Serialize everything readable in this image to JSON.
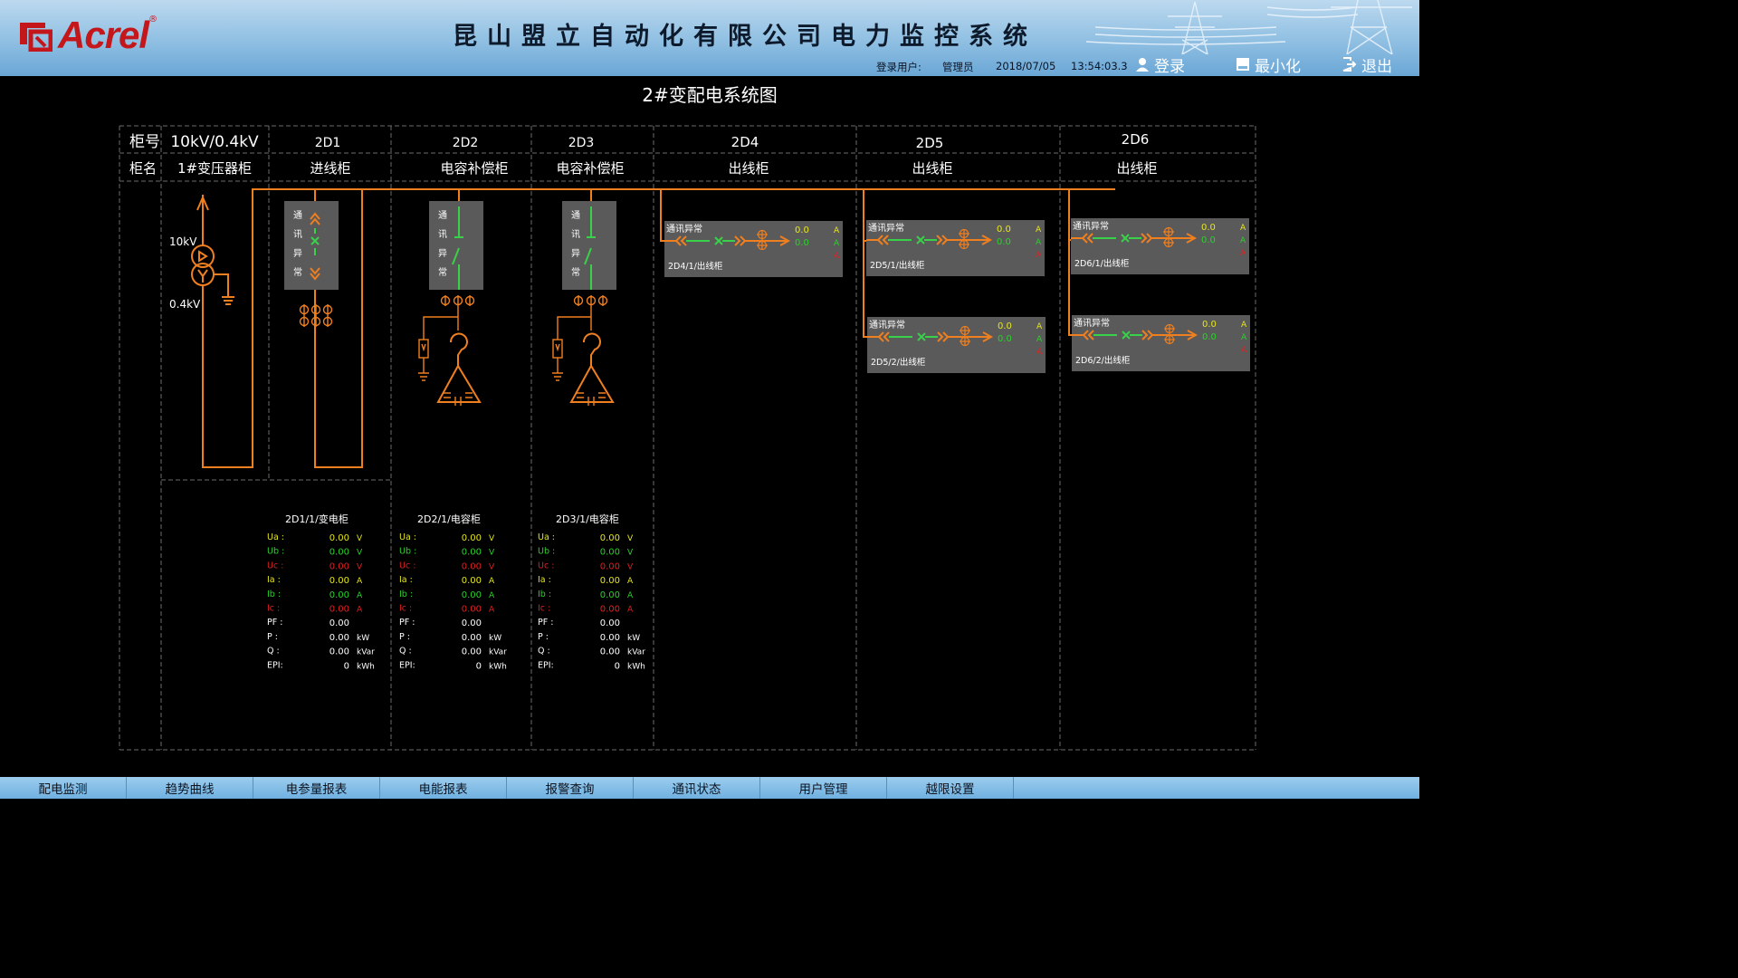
{
  "header": {
    "logo_text": "Acrel",
    "logo_reg": "®",
    "title": "昆山盟立自动化有限公司电力监控系统",
    "login_label": "登录用户:",
    "user": "管理员",
    "date": "2018/07/05",
    "time": "13:54:03.3",
    "login_button": "登录",
    "minimize_button": "最小化",
    "exit_button": "退出"
  },
  "diagram_title": "2#变配电系统图",
  "table": {
    "row1_label": "柜号",
    "row2_label": "柜名",
    "cabinets": [
      {
        "no": "10kV/0.4kV",
        "name": "1#变压器柜"
      },
      {
        "no": "2D1",
        "name": "进线柜"
      },
      {
        "no": "2D2",
        "name": "电容补偿柜"
      },
      {
        "no": "2D3",
        "name": "电容补偿柜"
      },
      {
        "no": "2D4",
        "name": "出线柜"
      },
      {
        "no": "2D5",
        "name": "出线柜"
      },
      {
        "no": "2D6",
        "name": "出线柜"
      }
    ]
  },
  "transformer": {
    "hv": "10kV",
    "lv": "0.4kV"
  },
  "comm_status_vertical": [
    "通",
    "讯",
    "异",
    "常"
  ],
  "feeders": [
    {
      "status": "通讯异常",
      "name": "2D4/1/出线柜",
      "readings": [
        "0.0",
        "0.0",
        ""
      ],
      "unit": "A"
    },
    {
      "status": "通讯异常",
      "name": "2D5/1/出线柜",
      "readings": [
        "0.0",
        "0.0",
        ""
      ],
      "unit": "A"
    },
    {
      "status": "通讯异常",
      "name": "2D6/1/出线柜",
      "readings": [
        "0.0",
        "0.0",
        ""
      ],
      "unit": "A"
    },
    {
      "status": "通讯异常",
      "name": "2D5/2/出线柜",
      "readings": [
        "0.0",
        "0.0",
        ""
      ],
      "unit": "A"
    },
    {
      "status": "通讯异常",
      "name": "2D6/2/出线柜",
      "readings": [
        "0.0",
        "0.0",
        ""
      ],
      "unit": "A"
    }
  ],
  "meters": [
    {
      "title": "2D1/1/变电柜",
      "rows": [
        {
          "label": "Ua :",
          "value": "0.00",
          "unit": "V",
          "color": "#e6e61e"
        },
        {
          "label": "Ub :",
          "value": "0.00",
          "unit": "V",
          "color": "#2bd12b"
        },
        {
          "label": "Uc :",
          "value": "0.00",
          "unit": "V",
          "color": "#e02020"
        },
        {
          "label": "Ia :",
          "value": "0.00",
          "unit": "A",
          "color": "#e6e61e"
        },
        {
          "label": "Ib :",
          "value": "0.00",
          "unit": "A",
          "color": "#2bd12b"
        },
        {
          "label": "Ic :",
          "value": "0.00",
          "unit": "A",
          "color": "#e02020"
        },
        {
          "label": "PF :",
          "value": "0.00",
          "unit": "",
          "color": "#ffffff"
        },
        {
          "label": "P  :",
          "value": "0.00",
          "unit": "kW",
          "color": "#ffffff"
        },
        {
          "label": "Q  :",
          "value": "0.00",
          "unit": "kVar",
          "color": "#ffffff"
        },
        {
          "label": "EPI:",
          "value": "0",
          "unit": "kWh",
          "color": "#ffffff"
        }
      ]
    },
    {
      "title": "2D2/1/电容柜",
      "rows": [
        {
          "label": "Ua :",
          "value": "0.00",
          "unit": "V",
          "color": "#e6e61e"
        },
        {
          "label": "Ub :",
          "value": "0.00",
          "unit": "V",
          "color": "#2bd12b"
        },
        {
          "label": "Uc :",
          "value": "0.00",
          "unit": "V",
          "color": "#e02020"
        },
        {
          "label": "Ia :",
          "value": "0.00",
          "unit": "A",
          "color": "#e6e61e"
        },
        {
          "label": "Ib :",
          "value": "0.00",
          "unit": "A",
          "color": "#2bd12b"
        },
        {
          "label": "Ic :",
          "value": "0.00",
          "unit": "A",
          "color": "#e02020"
        },
        {
          "label": "PF :",
          "value": "0.00",
          "unit": "",
          "color": "#ffffff"
        },
        {
          "label": "P  :",
          "value": "0.00",
          "unit": "kW",
          "color": "#ffffff"
        },
        {
          "label": "Q  :",
          "value": "0.00",
          "unit": "kVar",
          "color": "#ffffff"
        },
        {
          "label": "EPI:",
          "value": "0",
          "unit": "kWh",
          "color": "#ffffff"
        }
      ]
    },
    {
      "title": "2D3/1/电容柜",
      "rows": [
        {
          "label": "Ua :",
          "value": "0.00",
          "unit": "V",
          "color": "#e6e61e"
        },
        {
          "label": "Ub :",
          "value": "0.00",
          "unit": "V",
          "color": "#2bd12b"
        },
        {
          "label": "Uc :",
          "value": "0.00",
          "unit": "V",
          "color": "#e02020"
        },
        {
          "label": "Ia :",
          "value": "0.00",
          "unit": "A",
          "color": "#e6e61e"
        },
        {
          "label": "Ib :",
          "value": "0.00",
          "unit": "A",
          "color": "#2bd12b"
        },
        {
          "label": "Ic :",
          "value": "0.00",
          "unit": "A",
          "color": "#e02020"
        },
        {
          "label": "PF :",
          "value": "0.00",
          "unit": "",
          "color": "#ffffff"
        },
        {
          "label": "P  :",
          "value": "0.00",
          "unit": "kW",
          "color": "#ffffff"
        },
        {
          "label": "Q  :",
          "value": "0.00",
          "unit": "kVar",
          "color": "#ffffff"
        },
        {
          "label": "EPI:",
          "value": "0",
          "unit": "kWh",
          "color": "#ffffff"
        }
      ]
    }
  ],
  "nav": [
    "配电监测",
    "趋势曲线",
    "电参量报表",
    "电能报表",
    "报警查询",
    "通讯状态",
    "用户管理",
    "越限设置"
  ],
  "colors": {
    "bus": "#f07f1f",
    "switch_on": "#39d14a",
    "panel": "#5a5a5a",
    "header_bg": "#8fbfe2"
  }
}
